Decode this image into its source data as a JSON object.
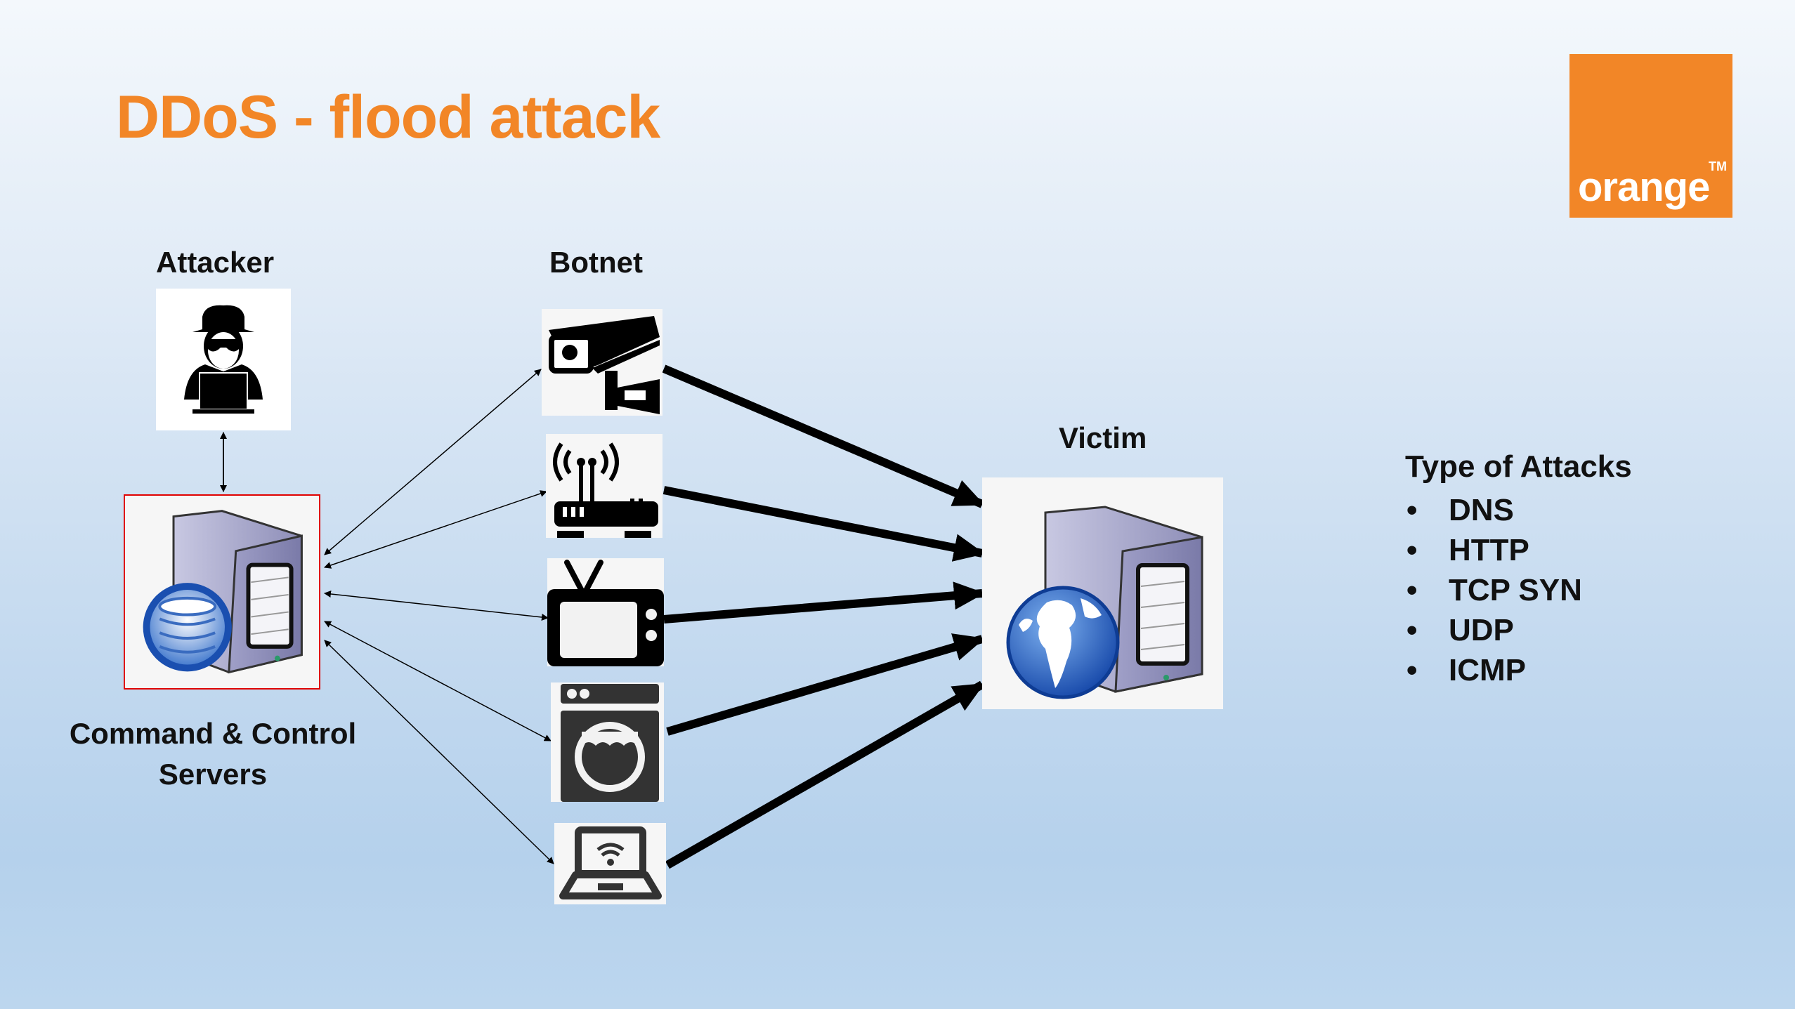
{
  "slide": {
    "title": "DDoS - flood attack",
    "brand": {
      "name": "orange",
      "trademark": "TM",
      "color": "#f28627"
    }
  },
  "diagram": {
    "attacker": {
      "label": "Attacker",
      "icon": "hacker-icon"
    },
    "cnc": {
      "label_line1": "Command & Control",
      "label_line2": "Servers",
      "icon": "database-server-icon",
      "highlight_color": "#e00000"
    },
    "botnet": {
      "label": "Botnet",
      "devices": [
        {
          "name": "security-camera",
          "icon": "cctv-camera-icon"
        },
        {
          "name": "wifi-router",
          "icon": "router-icon"
        },
        {
          "name": "television",
          "icon": "tv-icon"
        },
        {
          "name": "washing-machine",
          "icon": "washing-machine-icon"
        },
        {
          "name": "laptop",
          "icon": "laptop-wifi-icon"
        }
      ]
    },
    "victim": {
      "label": "Victim",
      "icon": "web-server-icon"
    },
    "edges": [
      {
        "from": "attacker",
        "to": "cnc",
        "style": "thin",
        "bidirectional": true
      },
      {
        "from": "cnc",
        "to": "security-camera",
        "style": "thin",
        "bidirectional": true
      },
      {
        "from": "cnc",
        "to": "wifi-router",
        "style": "thin",
        "bidirectional": true
      },
      {
        "from": "cnc",
        "to": "television",
        "style": "thin",
        "bidirectional": true
      },
      {
        "from": "cnc",
        "to": "washing-machine",
        "style": "thin",
        "bidirectional": true
      },
      {
        "from": "cnc",
        "to": "laptop",
        "style": "thin",
        "bidirectional": true
      },
      {
        "from": "security-camera",
        "to": "victim",
        "style": "thick"
      },
      {
        "from": "wifi-router",
        "to": "victim",
        "style": "thick"
      },
      {
        "from": "television",
        "to": "victim",
        "style": "thick"
      },
      {
        "from": "washing-machine",
        "to": "victim",
        "style": "thick"
      },
      {
        "from": "laptop",
        "to": "victim",
        "style": "thick"
      }
    ]
  },
  "attack_types": {
    "heading": "Type of Attacks",
    "bullet": "•",
    "items": [
      "DNS",
      "HTTP",
      "TCP SYN",
      "UDP",
      "ICMP"
    ]
  }
}
